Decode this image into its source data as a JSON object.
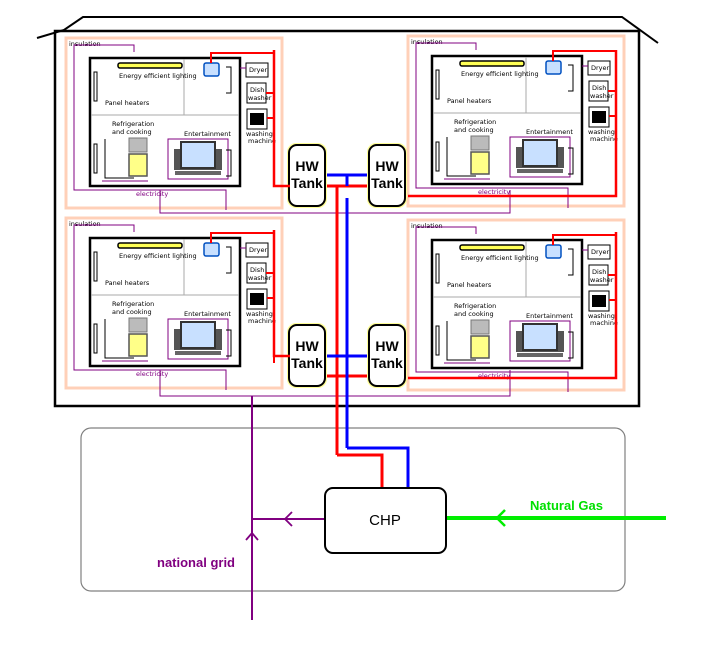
{
  "diagram": {
    "title": "CHP micro-grid supplying apartment block",
    "apartment_labels": {
      "insulation": "insulation",
      "lighting": "Energy efficient lighting",
      "heaters": "Panel heaters",
      "fridge": "Refrigeration",
      "fridge2": "and cooking",
      "entertainment": "Entertainment",
      "dryer": "Dryer",
      "dish1": "Dish",
      "dish2": "washer",
      "wash1": "washing",
      "wash2": "machine",
      "electricity": "electricity"
    },
    "apartments": [
      {
        "id": "top-left"
      },
      {
        "id": "top-right"
      },
      {
        "id": "bottom-left"
      },
      {
        "id": "bottom-right"
      }
    ],
    "tank": {
      "line1": "HW",
      "line2": "Tank"
    },
    "chp": {
      "label": "CHP"
    },
    "natural_gas": {
      "label": "Natural Gas"
    },
    "national_grid": {
      "label": "national grid"
    },
    "colors": {
      "hot_water": "#ff0000",
      "cold_water": "#0000ff",
      "electricity": "#800080",
      "gas": "#00ee00",
      "insulation": "#ffd0b8",
      "tank_glow": "#ffff99"
    }
  }
}
